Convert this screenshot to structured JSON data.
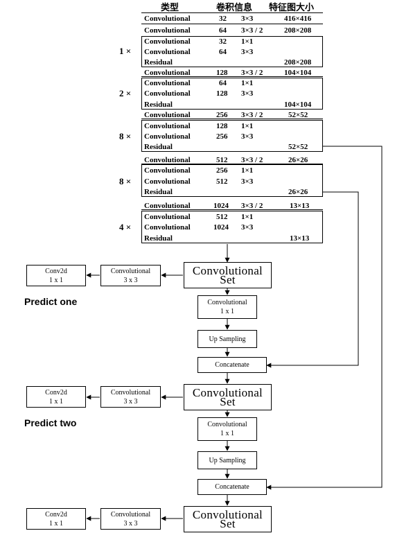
{
  "table": {
    "headers": [
      "类型",
      "卷积信息",
      "特征图大小"
    ],
    "rows": [
      {
        "type": "Convolutional",
        "k": "32",
        "size": "3×3",
        "out": "416×416"
      },
      {
        "type": "Convolutional",
        "k": "64",
        "size": "3×3 / 2",
        "out": "208×208"
      },
      {
        "type": "Convolutional",
        "k": "32",
        "size": "1×1",
        "out": ""
      },
      {
        "type": "Convolutional",
        "k": "64",
        "size": "3×3",
        "out": ""
      },
      {
        "type": "Residual",
        "k": "",
        "size": "",
        "out": "208×208"
      },
      {
        "type": "Convolutional",
        "k": "128",
        "size": "3×3 / 2",
        "out": "104×104"
      },
      {
        "type": "Convolutional",
        "k": "64",
        "size": "1×1",
        "out": ""
      },
      {
        "type": "Convolutional",
        "k": "128",
        "size": "3×3",
        "out": ""
      },
      {
        "type": "Residual",
        "k": "",
        "size": "",
        "out": "104×104"
      },
      {
        "type": "Convolutional",
        "k": "256",
        "size": "3×3 / 2",
        "out": "52×52"
      },
      {
        "type": "Convolutional",
        "k": "128",
        "size": "1×1",
        "out": ""
      },
      {
        "type": "Convolutional",
        "k": "256",
        "size": "3×3",
        "out": ""
      },
      {
        "type": "Residual",
        "k": "",
        "size": "",
        "out": "52×52"
      },
      {
        "type": "Convolutional",
        "k": "512",
        "size": "3×3 / 2",
        "out": "26×26"
      },
      {
        "type": "Convolutional",
        "k": "256",
        "size": "1×1",
        "out": ""
      },
      {
        "type": "Convolutional",
        "k": "512",
        "size": "3×3",
        "out": ""
      },
      {
        "type": "Residual",
        "k": "",
        "size": "",
        "out": "26×26"
      },
      {
        "type": "Convolutional",
        "k": "1024",
        "size": "3×3 / 2",
        "out": "13×13"
      },
      {
        "type": "Convolutional",
        "k": "512",
        "size": "1×1",
        "out": ""
      },
      {
        "type": "Convolutional",
        "k": "1024",
        "size": "3×3",
        "out": ""
      },
      {
        "type": "Residual",
        "k": "",
        "size": "",
        "out": "13×13"
      }
    ],
    "multipliers": [
      "1 ×",
      "2 ×",
      "8 ×",
      "8 ×",
      "4 ×"
    ]
  },
  "branches": [
    {
      "conv2d": "Conv2d\n1 x 1",
      "conv3": "Convolutional\n3 x 3",
      "set": "Convolutional  Set",
      "predict": "Predict one",
      "conv1": "Convolutional\n1 x 1",
      "up": "Up Sampling",
      "concat": "Concatenate"
    },
    {
      "conv2d": "Conv2d\n1 x 1",
      "conv3": "Convolutional\n3 x 3",
      "set": "Convolutional  Set",
      "predict": "Predict two",
      "conv1": "Convolutional\n1 x 1",
      "up": "Up Sampling",
      "concat": "Concatenate"
    },
    {
      "conv2d": "Conv2d\n1 x 1",
      "conv3": "Convolutional\n3 x 3",
      "set": "Convolutional  Set"
    }
  ]
}
